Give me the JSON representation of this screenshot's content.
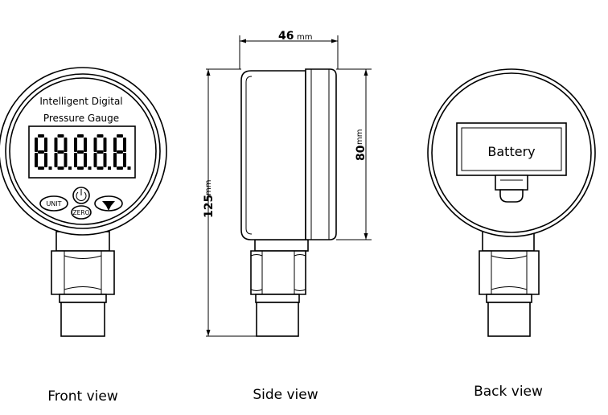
{
  "front": {
    "title_line1": "Intelligent Digital",
    "title_line2": "Pressure Gauge",
    "display": "8.8.8.8.8",
    "unit_button": "UNIT",
    "zero_button": "ZERO",
    "caption": "Front view"
  },
  "side": {
    "width_value": "46",
    "width_unit": "mm",
    "dial_value": "80",
    "dial_unit": "mm",
    "height_value": "125",
    "height_unit": "mm",
    "caption": "Side view"
  },
  "back": {
    "battery_label": "Battery",
    "caption": "Back view"
  }
}
